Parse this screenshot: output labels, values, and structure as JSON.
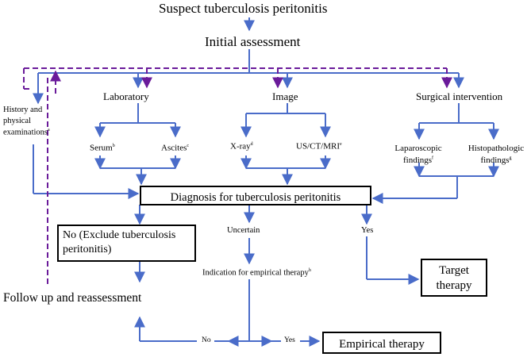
{
  "colors": {
    "arrow": "#4a6cc9",
    "feedback": "#6a1b9a",
    "box_border": "#000000",
    "text": "#000000"
  },
  "nodes": {
    "start": "Suspect tuberculosis peritonitis",
    "initial": "Initial assessment",
    "history": "History and physical examinations",
    "history_sup": "a",
    "laboratory": "Laboratory",
    "image": "Image",
    "surgical": "Surgical intervention",
    "serum": "Serum",
    "serum_sup": "b",
    "ascites": "Ascites",
    "ascites_sup": "c",
    "xray": "X-ray",
    "xray_sup": "d",
    "us_ct_mri": "US/CT/MRI",
    "us_ct_mri_sup": "e",
    "laparoscopic": "Laparoscopic findings",
    "laparoscopic_sup": "f",
    "histopathologic": "Histopathologic findings",
    "histopathologic_sup": "g",
    "diagnosis": "Diagnosis for tuberculosis peritonitis",
    "no_exclude": "No (Exclude tuberculosis peritonitis)",
    "uncertain": "Uncertain",
    "yes_branch": "Yes",
    "indication": "Indication for empirical therapy",
    "indication_sup": "h",
    "target": "Target therapy",
    "follow_up": "Follow up and reassessment",
    "no_label": "No",
    "yes_label": "Yes",
    "empirical": "Empirical therapy"
  }
}
